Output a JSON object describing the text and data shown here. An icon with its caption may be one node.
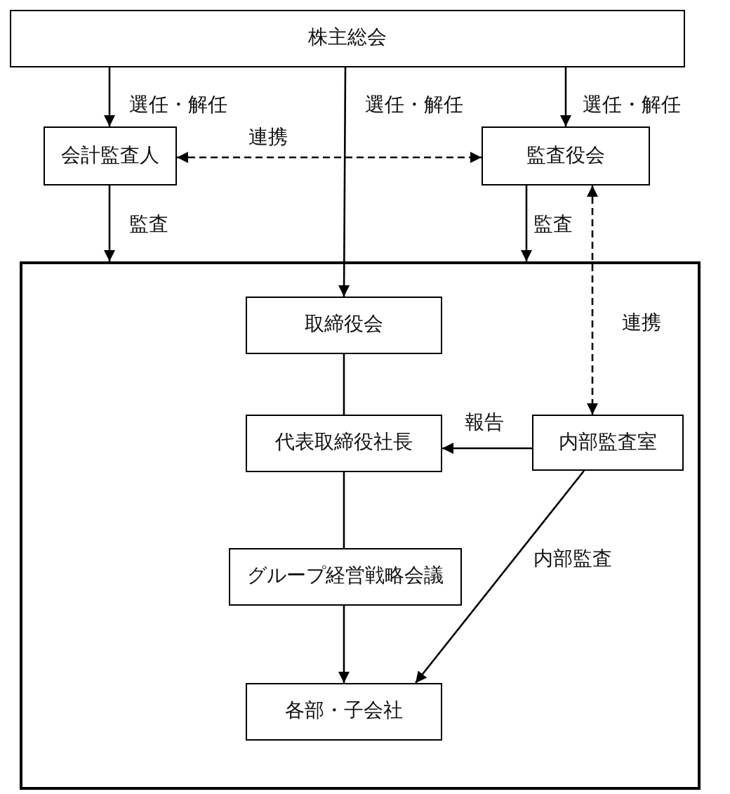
{
  "diagram": {
    "nodes": [
      {
        "text": [
          "株主総会"
        ]
      },
      {
        "text": [
          "会計監査人"
        ]
      },
      {
        "text": [
          "監査役会"
        ]
      },
      {
        "text": [],
        "shape": "box"
      },
      {
        "text": [
          "取締役会"
        ],
        "in": 3
      },
      {
        "text": [
          "代表取締役社長"
        ],
        "in": 3
      },
      {
        "text": [
          "内部監査室"
        ],
        "in": 3
      },
      {
        "text": [
          "グループ経営戦略会議"
        ],
        "in": 3
      },
      {
        "text": [
          "各部・子会社"
        ],
        "in": 3
      }
    ],
    "edges": [
      {
        "from": 0,
        "to": 1,
        "arrow": "to",
        "label": "選任・解任"
      },
      {
        "from": 0,
        "to": 4,
        "arrow": "to",
        "label": "選任・解任"
      },
      {
        "from": 0,
        "to": 2,
        "arrow": "to",
        "label": "選任・解任"
      },
      {
        "from": 1,
        "to": 2,
        "arrow": "both",
        "label": "連携",
        "style": "dashed"
      },
      {
        "from": 1,
        "to": 3,
        "arrow": "to",
        "label": "監査"
      },
      {
        "from": 2,
        "to": 3,
        "arrow": "to",
        "label": "監査"
      },
      {
        "from": 2,
        "to": 6,
        "arrow": "both",
        "label": "連携",
        "style": "dashed"
      },
      {
        "from": 4,
        "to": 5,
        "arrow": "none"
      },
      {
        "from": 6,
        "to": 5,
        "arrow": "to",
        "label": "報告"
      },
      {
        "from": 5,
        "to": 7,
        "arrow": "none"
      },
      {
        "from": 7,
        "to": 8,
        "arrow": "to"
      },
      {
        "from": 6,
        "to": 8,
        "arrow": "to",
        "label": "内部監査"
      }
    ]
  }
}
